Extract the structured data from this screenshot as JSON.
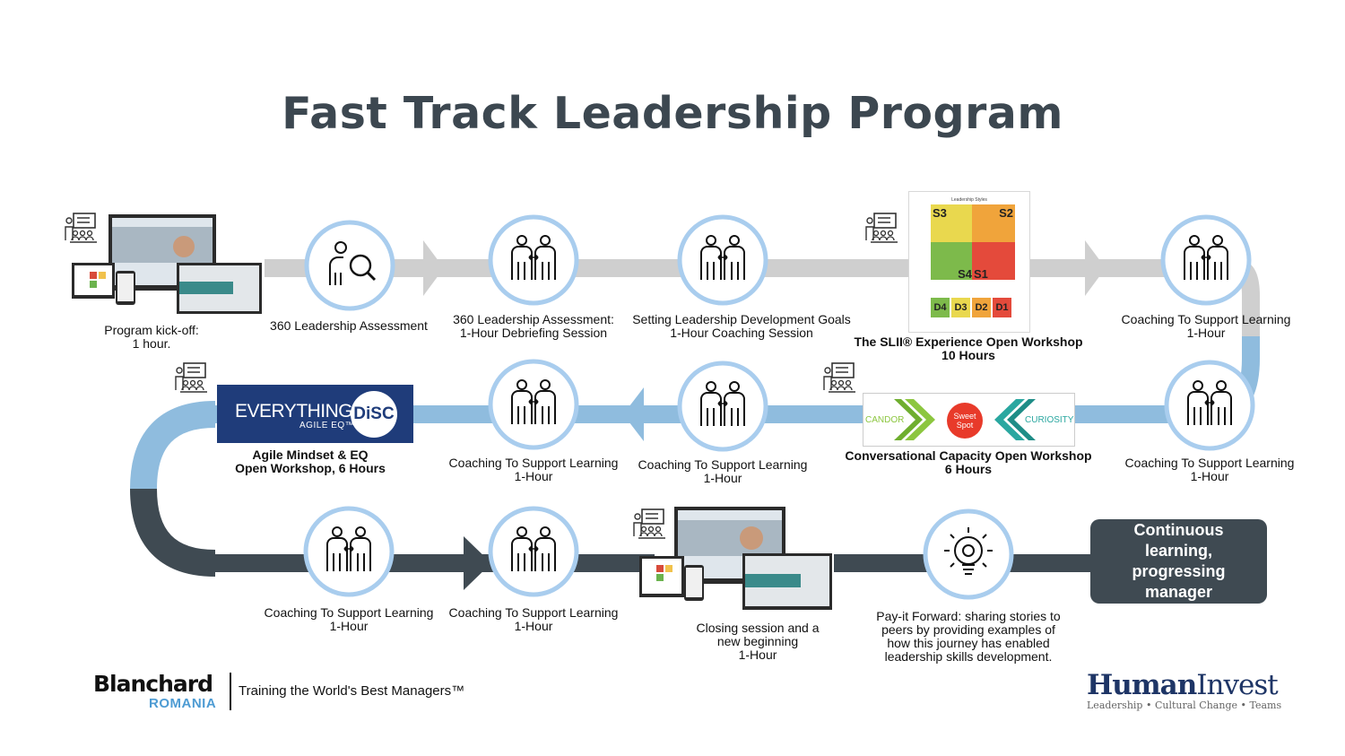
{
  "title": "Fast Track Leadership Program",
  "steps": [
    {
      "id": "kickoff",
      "lines": [
        "Program kick-off:",
        "1 hour."
      ],
      "bold": false
    },
    {
      "id": "assessment",
      "lines": [
        "360 Leadership Assessment"
      ],
      "bold": false
    },
    {
      "id": "debrief",
      "lines": [
        "360 Leadership Assessment:",
        "1-Hour Debriefing Session"
      ],
      "bold": false
    },
    {
      "id": "goals",
      "lines": [
        "Setting Leadership Development Goals",
        "1-Hour Coaching Session"
      ],
      "bold": false
    },
    {
      "id": "slii",
      "lines": [
        "The SLII® Experience Open Workshop",
        "10 Hours"
      ],
      "bold": true
    },
    {
      "id": "coach1",
      "lines": [
        "Coaching To Support Learning",
        "1-Hour"
      ],
      "bold": false
    },
    {
      "id": "coach2",
      "lines": [
        "Coaching To Support Learning",
        "1-Hour"
      ],
      "bold": false
    },
    {
      "id": "conversational",
      "lines": [
        "Conversational Capacity Open Workshop",
        "6 Hours"
      ],
      "bold": true
    },
    {
      "id": "coach3",
      "lines": [
        "Coaching To Support Learning",
        "1-Hour"
      ],
      "bold": false
    },
    {
      "id": "coach4",
      "lines": [
        "Coaching To Support Learning",
        "1-Hour"
      ],
      "bold": false
    },
    {
      "id": "agile",
      "lines": [
        "Agile Mindset & EQ",
        "Open Workshop, 6 Hours"
      ],
      "bold": true
    },
    {
      "id": "coach5",
      "lines": [
        "Coaching To Support Learning",
        "1-Hour"
      ],
      "bold": false
    },
    {
      "id": "coach6",
      "lines": [
        "Coaching To Support Learning",
        "1-Hour"
      ],
      "bold": false
    },
    {
      "id": "closing",
      "lines": [
        "Closing session and a",
        "new beginning",
        "1-Hour"
      ],
      "bold": false
    },
    {
      "id": "payforward",
      "lines": [
        "Pay-it Forward: sharing stories to",
        "peers by providing examples of",
        "how this journey has enabled",
        "leadership skills development."
      ],
      "bold": false
    }
  ],
  "continuous": "Continuous learning, progressing manager",
  "disc": {
    "everything": "EVERYTHING",
    "disc": "DiSC",
    "agile": "AGILE EQ™"
  },
  "conversational_graphic": {
    "candor": "CANDOR",
    "sweet_spot": "Sweet Spot",
    "curiosity": "CURIOSITY"
  },
  "slii_graphic": {
    "header": "Leadership Styles",
    "styles": [
      "S3",
      "S2",
      "S4",
      "S1"
    ],
    "levels": [
      "D4",
      "D3",
      "D2",
      "D1"
    ]
  },
  "footer": {
    "blanchard": "Blanchard",
    "romania": "ROMANIA",
    "tagline": "Training the World's Best Managers™",
    "humaninvest_a": "Human",
    "humaninvest_b": "Invest",
    "humaninvest_tag": "Leadership • Cultural Change • Teams"
  },
  "colors": {
    "track_gray": "#cfcfcf",
    "track_blue": "#8fbcde",
    "track_dark": "#3f4a52",
    "circle_border": "#a9cdee",
    "title": "#3c4750"
  },
  "icons": [
    "classroom-icon",
    "magnifier-person-icon",
    "two-people-exchange-icon",
    "lightbulb-gear-icon"
  ]
}
